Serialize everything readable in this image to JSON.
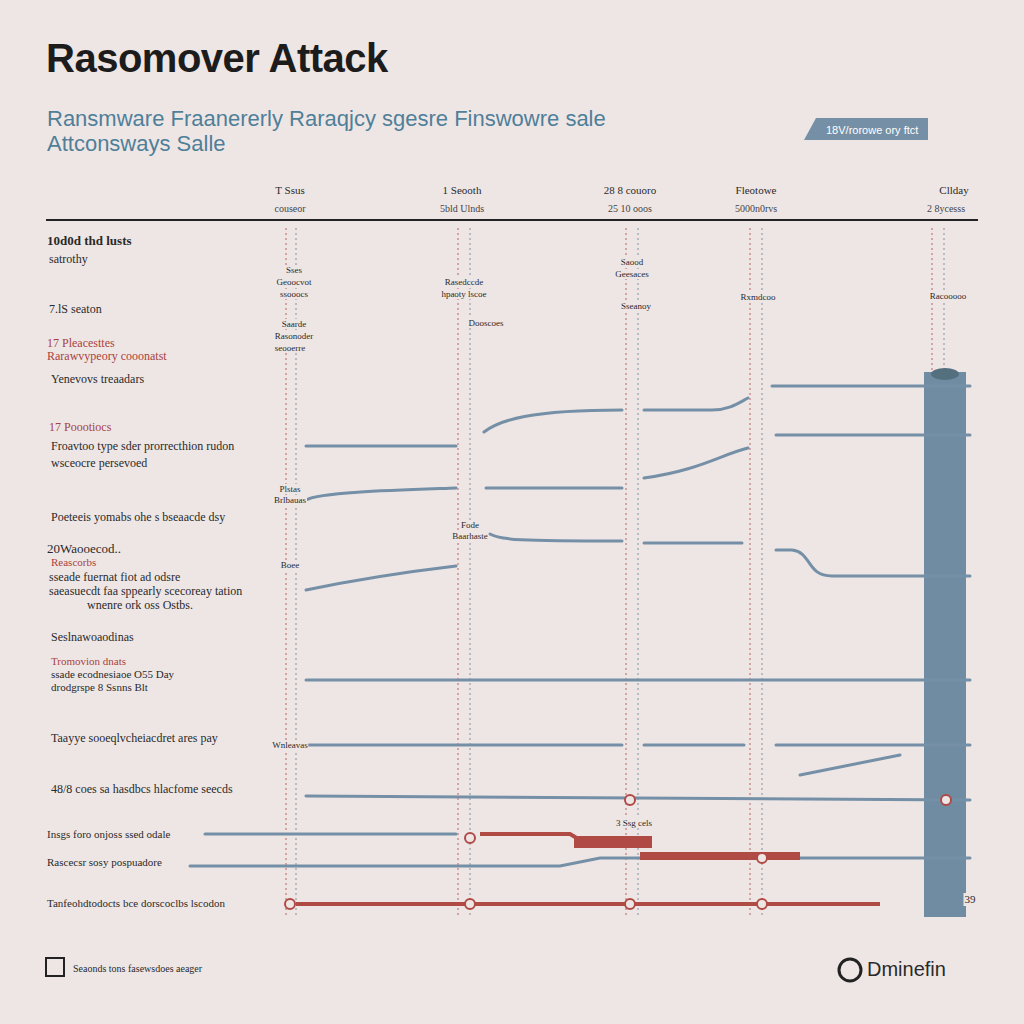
{
  "diagram": {
    "title": "Rasomover Attack",
    "nodes": [
      {
        "text": [
          "18V/rorowe ory ftct"
        ]
      }
    ],
    "labels": [
      "Ransmware Fraanererly Raraqjcy sgesre Finswowre sale",
      "Attconsways Salle",
      "T Ssus",
      "couseor",
      "1 Seooth",
      "5bld Ulnds",
      "28 8 couoro",
      "25 10 ooos",
      "Fleotowe",
      "5000n0rvs",
      "Cllday",
      "2 8ycesss",
      "10d0d thd lusts",
      "satrothy",
      "7.lS seaton",
      "17 Pleacesttes",
      "Rarawvypeory cooonatst",
      "Yenevovs treaadars",
      "17 Poootiocs",
      "Froavtoo type sder prorrecthion rudon",
      "wsceocre persevoed",
      "Poeteeis yomabs ohe s bseaacde dsy",
      "20Waooecod..",
      "Reascorbs",
      "sseade fuernat fiot ad odsre",
      "saeasuecdt faa sppearly scecoreay tation",
      "wnenre ork oss Ostbs.",
      "Seslnawoaodinas",
      "Tromovion dnats",
      "ssade ecodnesiaoe O55 Day",
      "drodgrspe 8 Ssnns Blt",
      "Taayye sooeqlvcheiacdret ares pay",
      "48/8 coes sa hasdbcs hlacfome seecds",
      "Insgs foro onjoss ssed odale",
      "Rascecsr sosy pospuadore",
      "Tanfeohdtodocts bce dorscoclbs lscodon",
      "Sses",
      "Geoocvot",
      "ssooocs",
      "Rasedccde",
      "hpaoty lscoe",
      "Dooscoes",
      "Saood",
      "Geesaces",
      "Sseanoy",
      "Saarde",
      "Rasonoder",
      "seooerre",
      "Rxmdcoo",
      "Racooooo",
      "Plstas",
      "Brlbauas",
      "Fode",
      "Baarhaste",
      "Boee",
      "Wnleavas",
      "3 Ssg cels",
      "39",
      "Seaonds tons fasewsdoes aeager",
      "Dminefin"
    ]
  }
}
